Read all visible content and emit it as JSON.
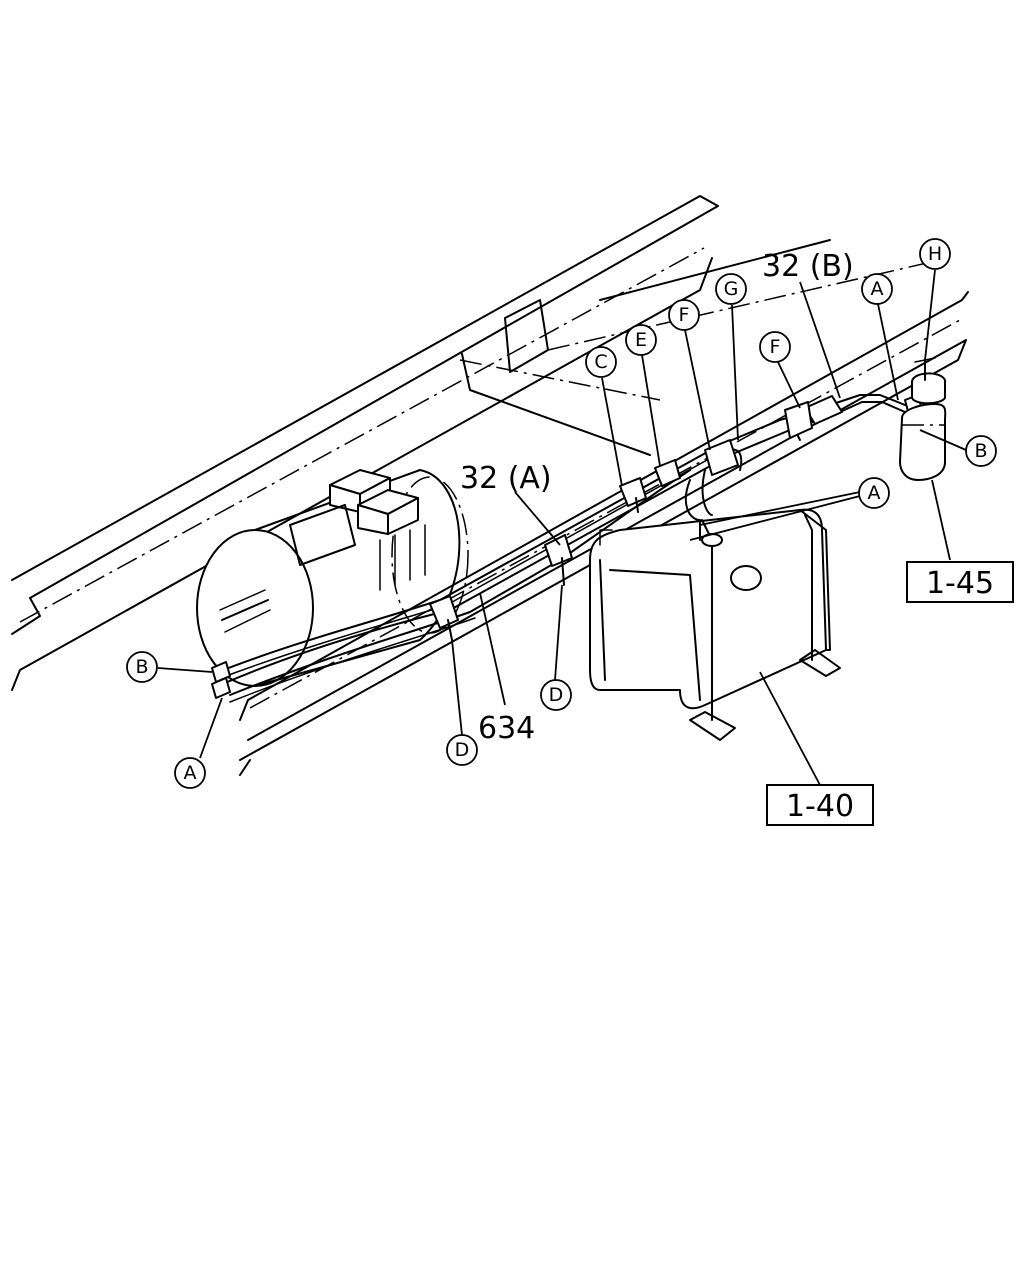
{
  "part_labels": {
    "pipe_a": "32 (A)",
    "pipe_b": "32 (B)",
    "hose": "634"
  },
  "reference_boxes": {
    "filter_ref": "1-45",
    "tank_ref": "1-40"
  },
  "callouts": {
    "a_left": "A",
    "b_left": "B",
    "c": "C",
    "d_lower": "D",
    "d_upper": "D",
    "e": "E",
    "f_left": "F",
    "f_right": "F",
    "g": "G",
    "h": "H",
    "a_upper": "A",
    "b_right": "B",
    "a_tank": "A"
  }
}
